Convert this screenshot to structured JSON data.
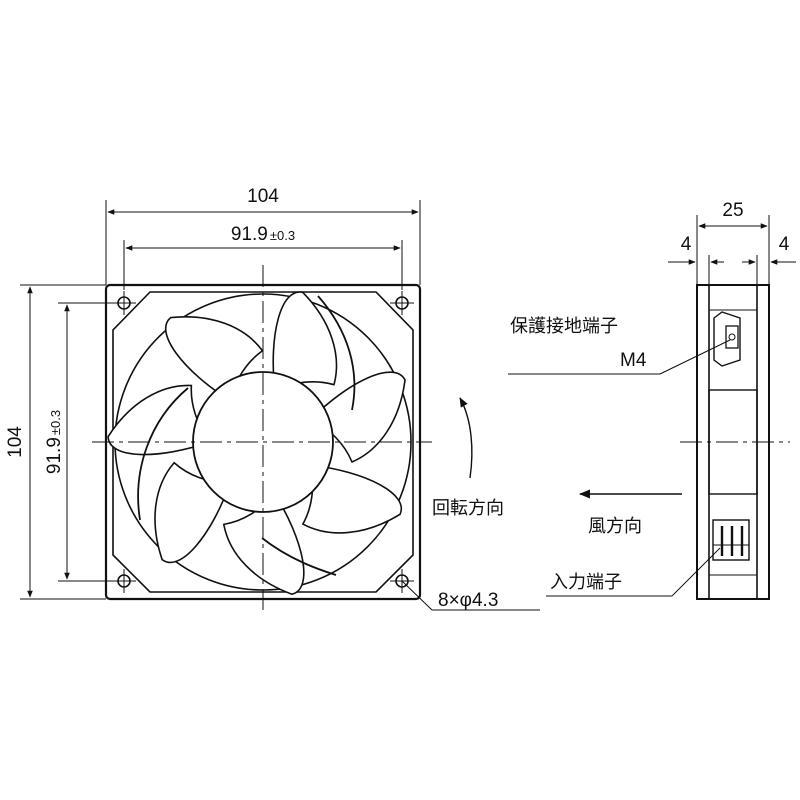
{
  "front_view": {
    "overall_width": "104",
    "overall_height": "104",
    "hole_pitch_h_value": "91.9",
    "hole_pitch_h_tol": "±0.3",
    "hole_pitch_v_value": "91.9",
    "hole_pitch_v_tol": "±0.3",
    "mounting_holes_label": "8×φ4.3",
    "rotation_direction_label": "回転方向"
  },
  "side_view": {
    "depth": "25",
    "flange_left": "4",
    "flange_right": "4",
    "ground_terminal_label": "保護接地端子",
    "ground_terminal_size": "M4",
    "airflow_direction_label": "風方向",
    "input_terminal_label": "入力端子"
  }
}
